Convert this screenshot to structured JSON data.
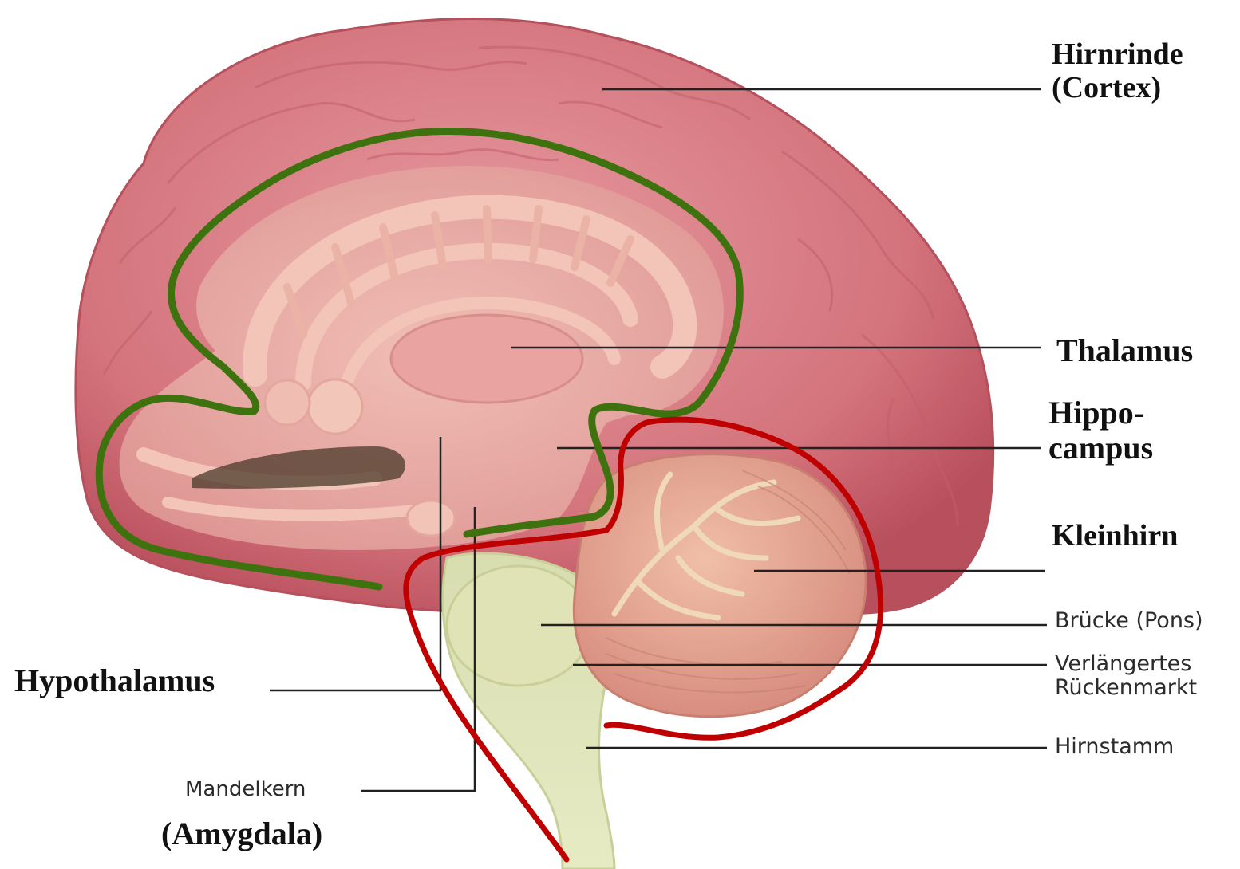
{
  "labels": {
    "cortex_line1": "Hirnrinde",
    "cortex_line2": "(Cortex)",
    "thalamus": "Thalamus",
    "hippo_line1": "Hippo-",
    "hippo_line2": "campus",
    "kleinhirn": "Kleinhirn",
    "pons": "Brücke (Pons)",
    "verl_line1": "Verlängertes",
    "verl_line2": "Rückenmarkt",
    "hirnstamm": "Hirnstamm",
    "hypothalamus": "Hypothalamus",
    "mandel": "Mandelkern",
    "amygdala": "(Amygdala)"
  },
  "colors": {
    "cortex": "#d4737c",
    "cortex_dark": "#b84f5c",
    "inner": "#eaa8a2",
    "fornix": "#f3c5b8",
    "cerebellum": "#e8a58f",
    "brainstem": "#dbe0b0",
    "limbic_outline": "#3d720f",
    "hindbrain_outline": "#c00000",
    "leader_line": "#222222"
  }
}
